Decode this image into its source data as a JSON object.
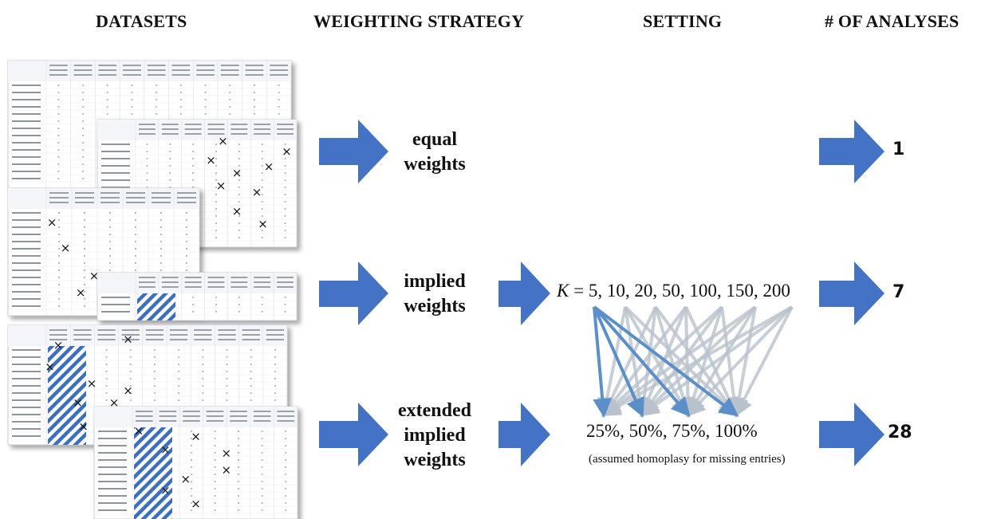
{
  "headers": {
    "datasets": "DATASETS",
    "strategy": "WEIGHTING STRATEGY",
    "setting": "SETTING",
    "analyses": "# OF ANALYSES"
  },
  "rows": [
    {
      "strategy": [
        "equal",
        "weights"
      ],
      "count": "1"
    },
    {
      "strategy": [
        "implied",
        "weights"
      ],
      "count": "7"
    },
    {
      "strategy": [
        "extended",
        "implied",
        "weights"
      ],
      "count": "28"
    }
  ],
  "setting": {
    "k_symbol": "K",
    "k_values": "= 5, 10, 20, 50, 100, 150, 200",
    "percent_values": "25%, 50%, 75%, 100%",
    "note": "(assumed homoplasy for missing entries)"
  },
  "colors": {
    "arrow": "#4472C4",
    "fan_grey": "#b9c2cc",
    "fan_blue": "#5b8fc9",
    "hatch": "#3d6fc0"
  }
}
